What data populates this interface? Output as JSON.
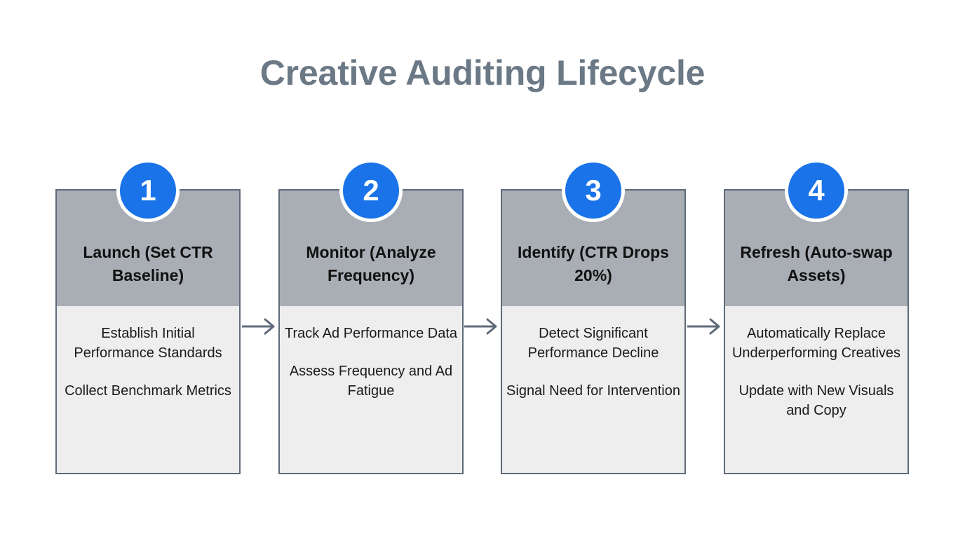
{
  "title": "Creative Auditing Lifecycle",
  "colors": {
    "title_text": "#6b7885",
    "badge_fill": "#1a73e8",
    "badge_text": "#ffffff",
    "card_header_fill": "#a9adb4",
    "card_body_fill": "#eeeeee",
    "card_border": "#5f6b7a",
    "arrow": "#5f6b7a",
    "background": "#ffffff"
  },
  "steps": [
    {
      "number": "1",
      "title": "Launch (Set CTR Baseline)",
      "details": [
        "Establish Initial Performance Standards",
        "Collect Benchmark Metrics"
      ]
    },
    {
      "number": "2",
      "title": "Monitor (Analyze Frequency)",
      "details": [
        "Track Ad Performance Data",
        "Assess Frequency and Ad Fatigue"
      ]
    },
    {
      "number": "3",
      "title": "Identify (CTR Drops 20%)",
      "details": [
        "Detect Significant Performance Decline",
        "Signal Need for Intervention"
      ]
    },
    {
      "number": "4",
      "title": "Refresh (Auto-swap Assets)",
      "details": [
        "Automatically Replace Underperforming Creatives",
        "Update with New Visuals and Copy"
      ]
    }
  ],
  "connectors": [
    {
      "name": "arrow-step1-to-step2"
    },
    {
      "name": "arrow-step2-to-step3"
    },
    {
      "name": "arrow-step3-to-step4"
    }
  ]
}
